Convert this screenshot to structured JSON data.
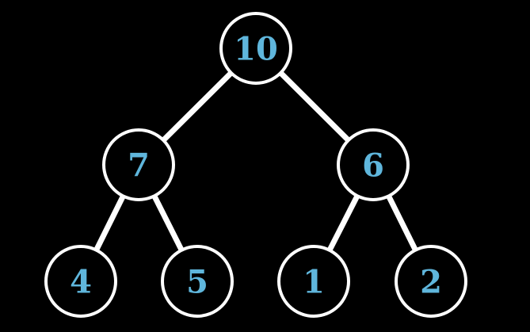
{
  "diagram": {
    "type": "binary-tree",
    "colors": {
      "background": "#000000",
      "edge": "#ffffff",
      "node_stroke": "#ffffff",
      "node_fill": "#000000",
      "label": "#5fb6dc"
    },
    "nodes": [
      {
        "id": "n0",
        "label": "10"
      },
      {
        "id": "n1",
        "label": "7"
      },
      {
        "id": "n2",
        "label": "6"
      },
      {
        "id": "n3",
        "label": "4"
      },
      {
        "id": "n4",
        "label": "5"
      },
      {
        "id": "n5",
        "label": "1"
      },
      {
        "id": "n6",
        "label": "2"
      }
    ],
    "edges": [
      {
        "from": "n0",
        "to": "n1"
      },
      {
        "from": "n0",
        "to": "n2"
      },
      {
        "from": "n1",
        "to": "n3"
      },
      {
        "from": "n1",
        "to": "n4"
      },
      {
        "from": "n2",
        "to": "n5"
      },
      {
        "from": "n2",
        "to": "n6"
      }
    ]
  }
}
